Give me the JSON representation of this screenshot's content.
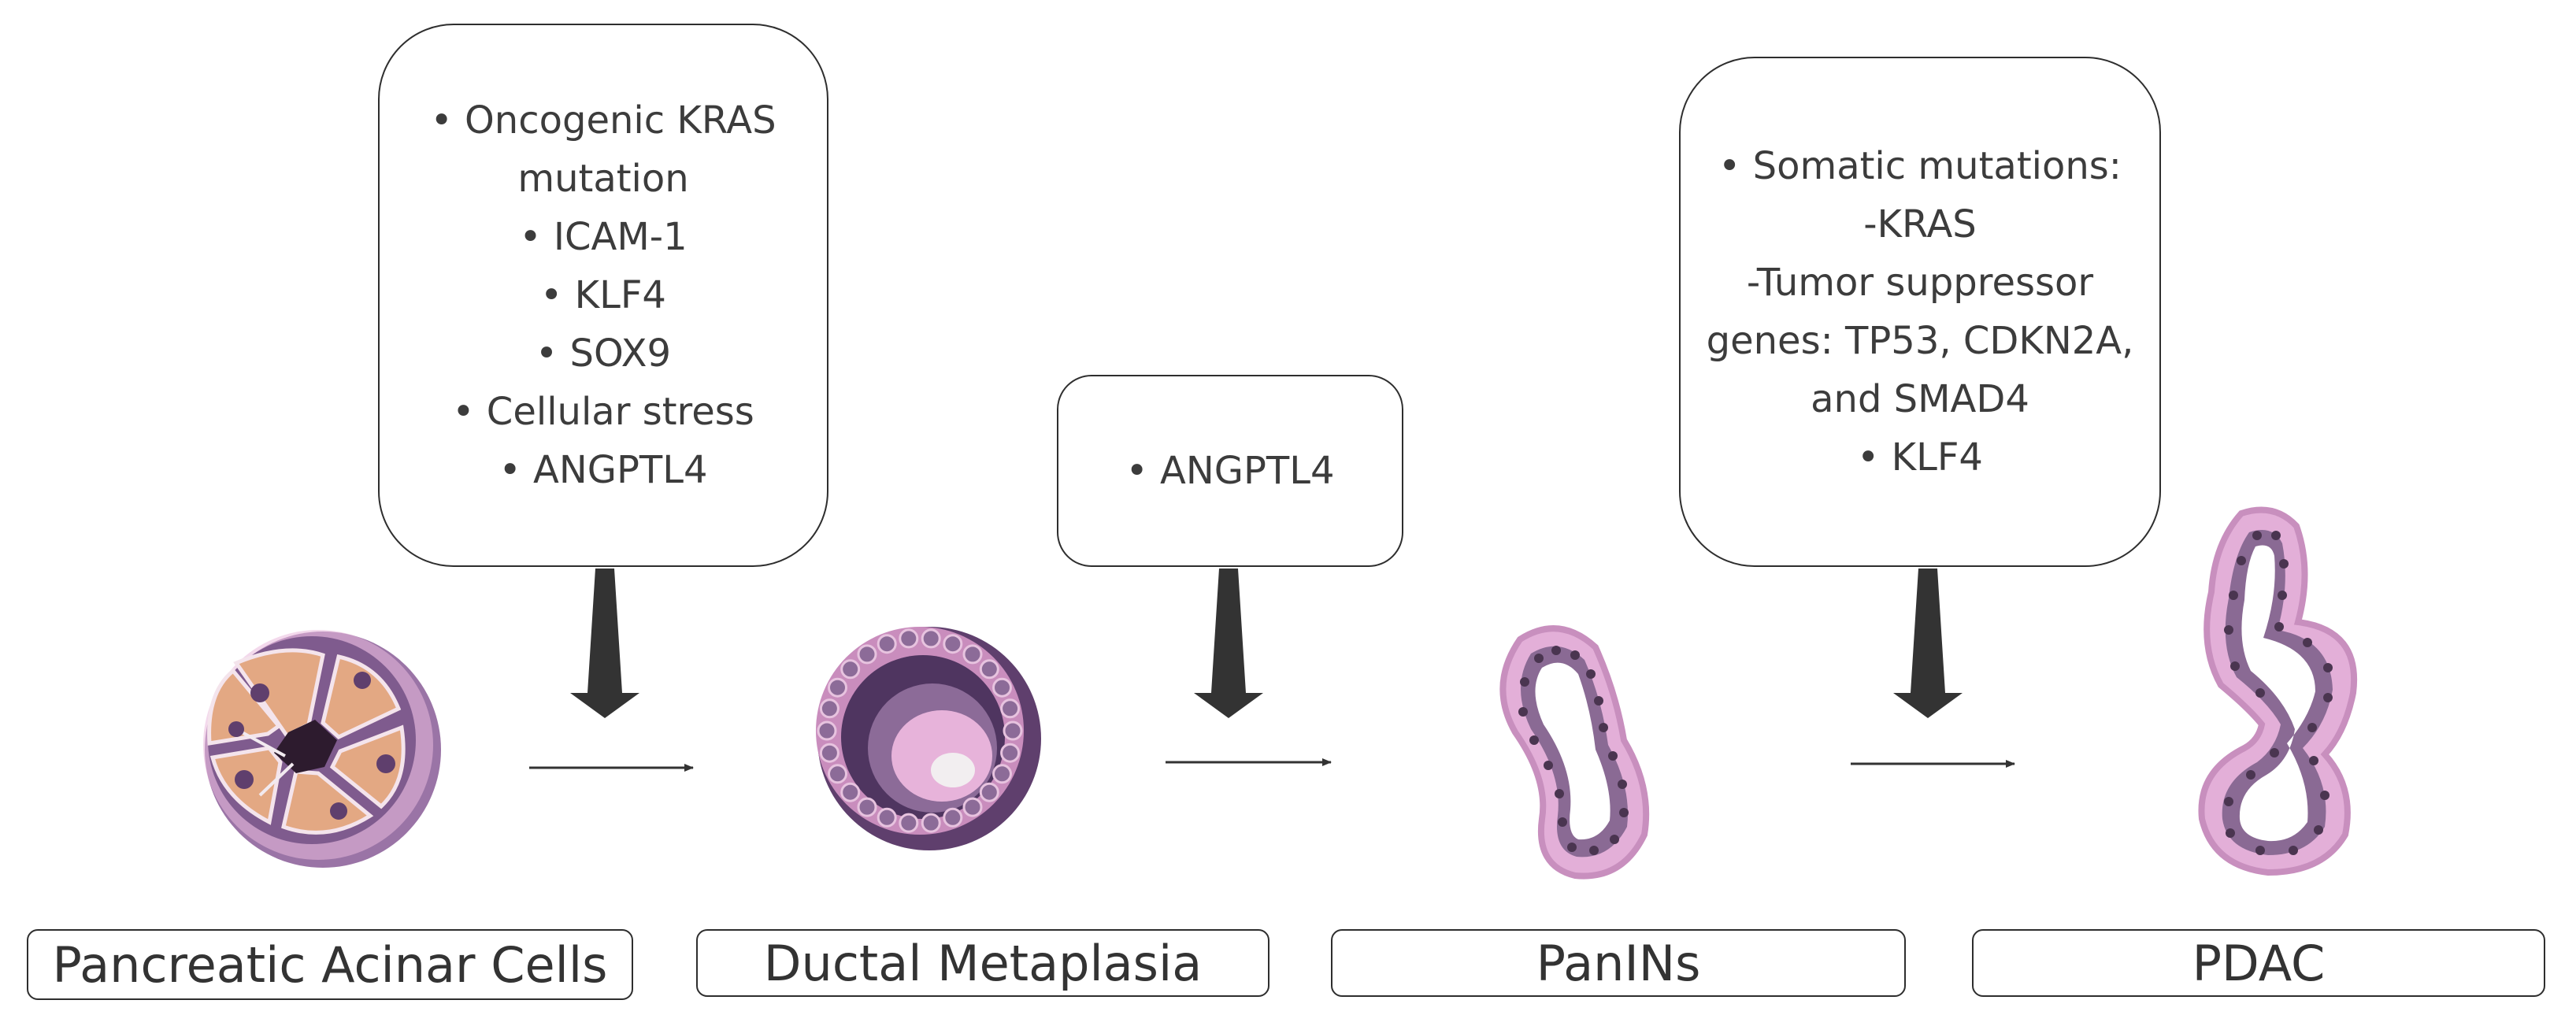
{
  "callouts": {
    "acinar": {
      "lines": [
        "• Oncogenic KRAS",
        "mutation",
        "• ICAM-1",
        "• KLF4",
        "• SOX9",
        "• Cellular stress",
        "• ANGPTL4"
      ]
    },
    "metaplasia": {
      "lines": [
        "• ANGPTL4"
      ]
    },
    "panin": {
      "lines": [
        "• Somatic mutations:",
        "-KRAS",
        "-Tumor suppressor",
        "genes: TP53, CDKN2A,",
        "and SMAD4",
        "• KLF4"
      ]
    }
  },
  "stages": [
    {
      "label": "Pancreatic Acinar Cells"
    },
    {
      "label": "Ductal Metaplasia"
    },
    {
      "label": "PanINs"
    },
    {
      "label": "PDAC"
    }
  ],
  "colors": {
    "outline": "#2e2e2e",
    "arrow": "#333333",
    "acinar_cell": "#e0a582",
    "lumen_dark": "#2d1b2e",
    "purple_dark": "#5f3f6d",
    "purple_mid": "#8c6b98",
    "pink_light": "#e7b3da",
    "pink_mid": "#c98dbd"
  }
}
